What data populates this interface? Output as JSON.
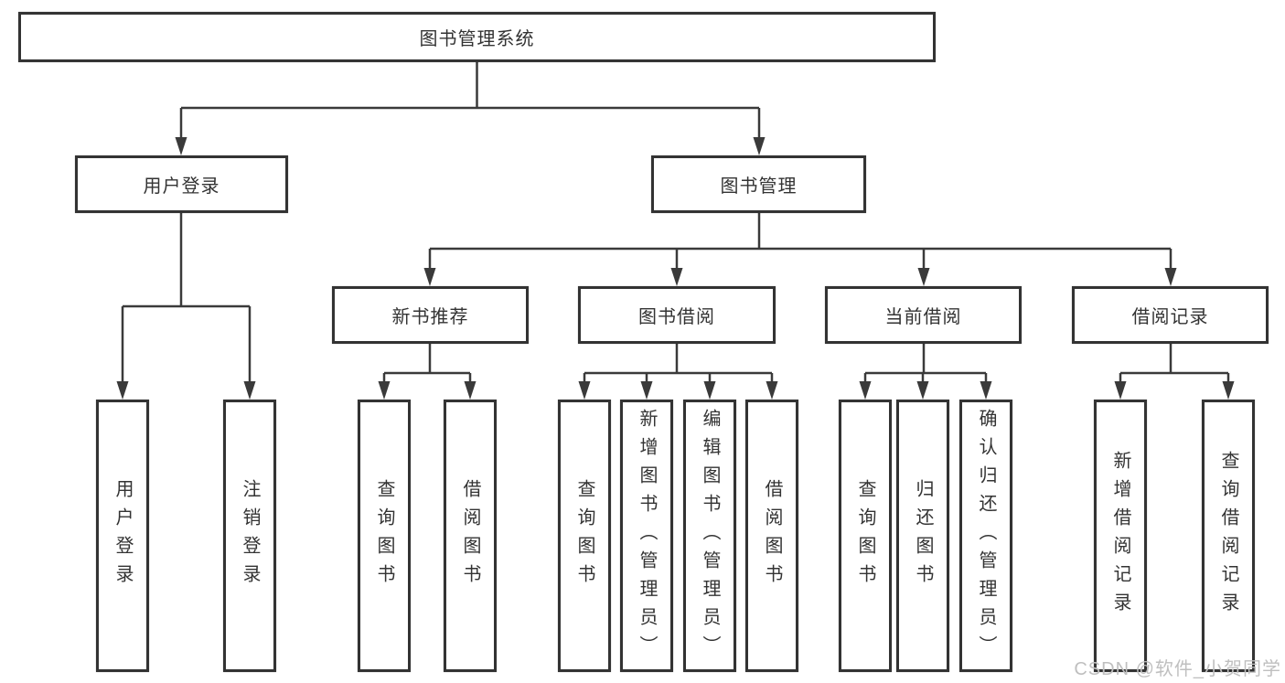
{
  "tree": {
    "root": "图书管理系统",
    "children": [
      {
        "label": "用户登录",
        "children": [
          {
            "label": "用户登录"
          },
          {
            "label": "注销登录"
          }
        ]
      },
      {
        "label": "图书管理",
        "children": [
          {
            "label": "新书推荐",
            "children": [
              {
                "label": "查询图书"
              },
              {
                "label": "借阅图书"
              }
            ]
          },
          {
            "label": "图书借阅",
            "children": [
              {
                "label": "查询图书"
              },
              {
                "label": "新增图书（管理员）"
              },
              {
                "label": "编辑图书（管理员）"
              },
              {
                "label": "借阅图书"
              }
            ]
          },
          {
            "label": "当前借阅",
            "children": [
              {
                "label": "查询图书"
              },
              {
                "label": "归还图书"
              },
              {
                "label": "确认归还（管理员）"
              }
            ]
          },
          {
            "label": "借阅记录",
            "children": [
              {
                "label": "新增借阅记录"
              },
              {
                "label": "查询借阅记录"
              }
            ]
          }
        ]
      }
    ]
  },
  "watermark": "CSDN @软件_小贺同学",
  "colors": {
    "background": "#ffffff",
    "box_border": "#333333",
    "line": "#3a3a3a",
    "text": "#333333",
    "watermark": "#bfbfbf"
  }
}
